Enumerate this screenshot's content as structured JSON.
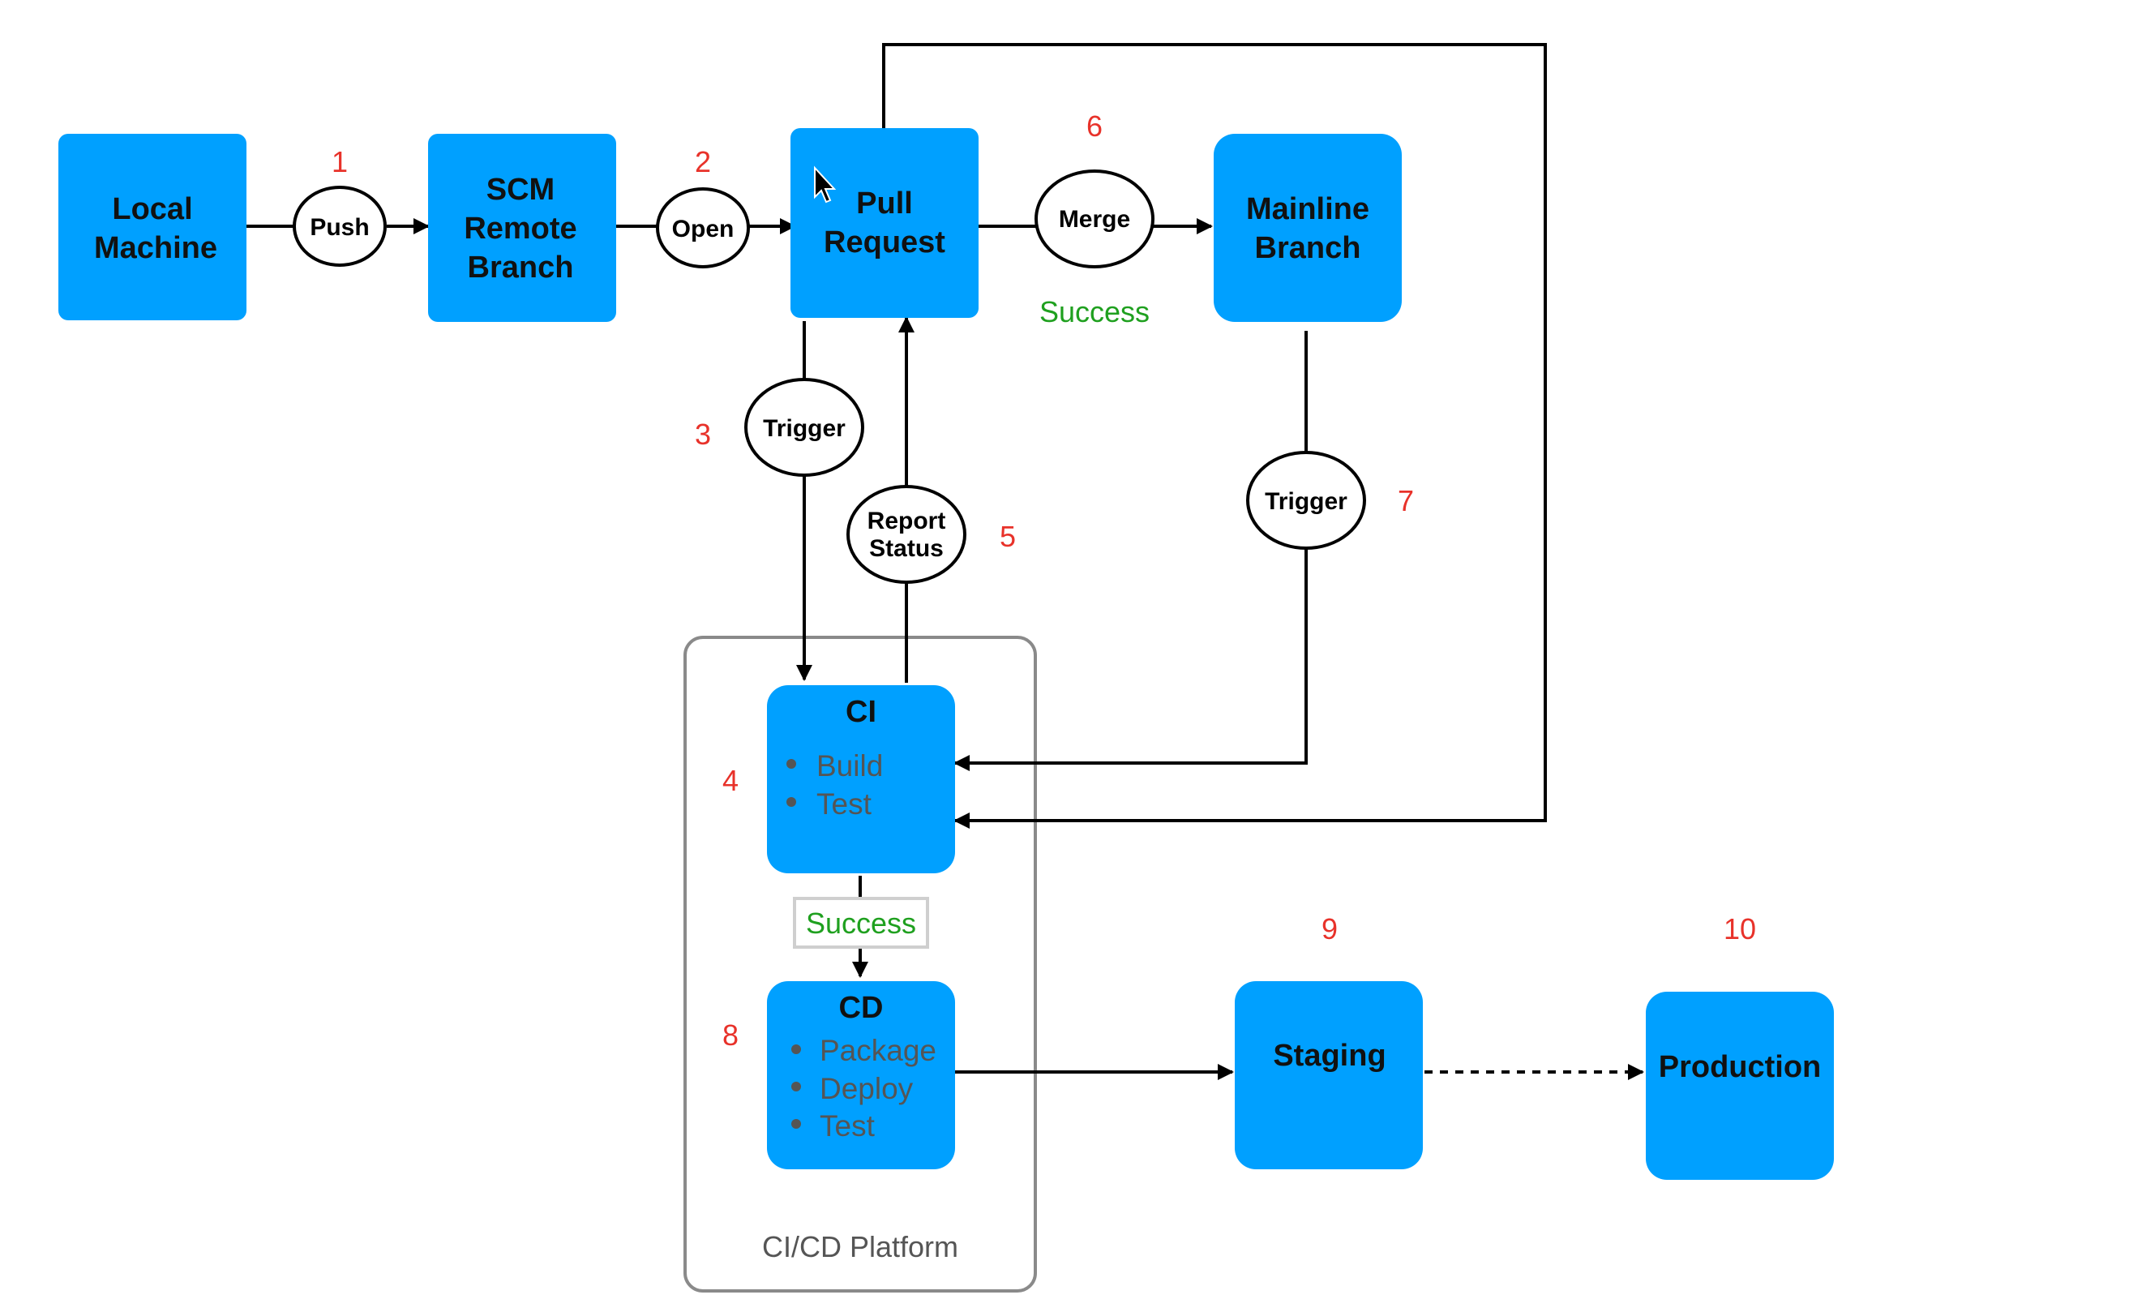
{
  "nodes": {
    "local_machine": [
      "Local",
      "Machine"
    ],
    "scm_remote_branch": [
      "SCM",
      "Remote",
      "Branch"
    ],
    "pull_request": [
      "Pull",
      "Request"
    ],
    "mainline_branch": [
      "Mainline",
      "Branch"
    ],
    "ci": {
      "title": "CI",
      "items": [
        "Build",
        "Test"
      ]
    },
    "cd": {
      "title": "CD",
      "items": [
        "Package",
        "Deploy",
        "Test"
      ]
    },
    "staging": "Staging",
    "production": "Production"
  },
  "actions": {
    "push": "Push",
    "open": "Open",
    "merge": "Merge",
    "trigger_pr": "Trigger",
    "report_status": [
      "Report",
      "Status"
    ],
    "trigger_mainline": "Trigger"
  },
  "steps": [
    "1",
    "2",
    "3",
    "4",
    "5",
    "6",
    "7",
    "8",
    "9",
    "10"
  ],
  "labels": {
    "merge_success": "Success",
    "ci_success": "Success",
    "platform": "CI/CD Platform"
  },
  "colors": {
    "node_fill": "#00a0ff",
    "step_number": "#e8322a",
    "success_text": "#1fa01f",
    "platform_border": "#8a8a8a"
  }
}
